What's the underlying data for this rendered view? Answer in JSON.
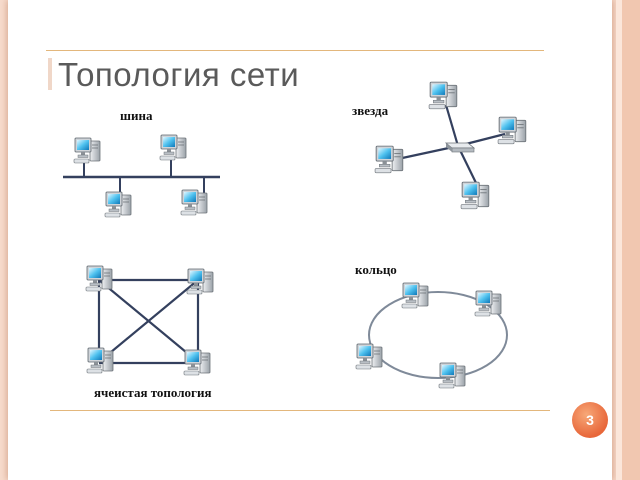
{
  "slide": {
    "title": "Топология сети",
    "page_number": "3"
  },
  "topologies": {
    "bus": {
      "label": "шина",
      "computers": 4
    },
    "star": {
      "label": "звезда",
      "computers": 4,
      "hub": "hub-icon"
    },
    "mesh": {
      "label": "ячеистая топология",
      "computers": 4
    },
    "ring": {
      "label": "кольцо",
      "computers": 4
    }
  },
  "icons": {
    "node": "computer-icon",
    "hub": "hub-icon"
  },
  "colors": {
    "line": "#34405e",
    "ring": "#7f8a99",
    "accent": "#e8673a",
    "rule": "#e3b77c"
  }
}
